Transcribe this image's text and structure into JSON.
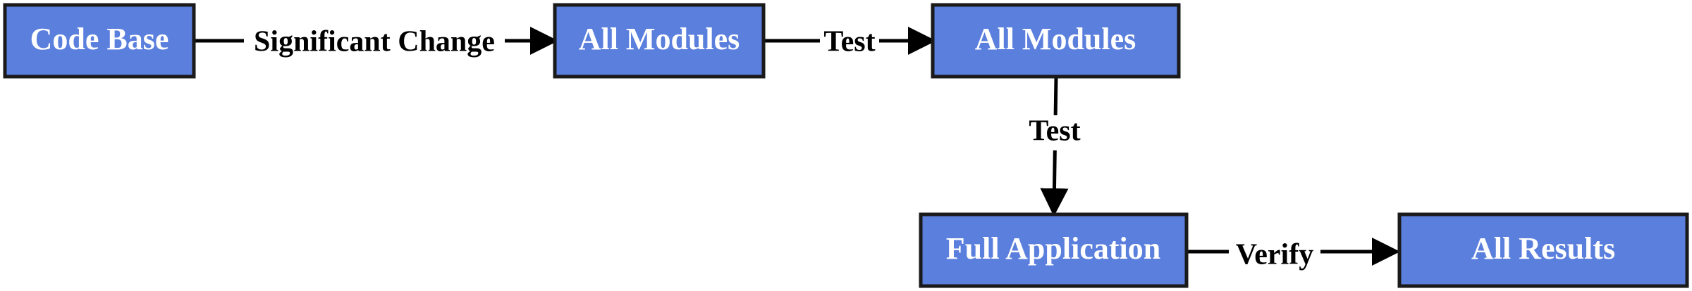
{
  "nodes": {
    "code_base": "Code Base",
    "all_modules_1": "All Modules",
    "all_modules_2": "All Modules",
    "full_application": "Full Application",
    "all_results": "All Results"
  },
  "edges": {
    "significant_change": "Significant Change",
    "test_1": "Test",
    "test_2": "Test",
    "verify": "Verify"
  },
  "colors": {
    "node_fill": "#5b7fdd",
    "node_stroke": "#1a1a1a",
    "node_text": "#ffffff",
    "edge": "#000000"
  }
}
